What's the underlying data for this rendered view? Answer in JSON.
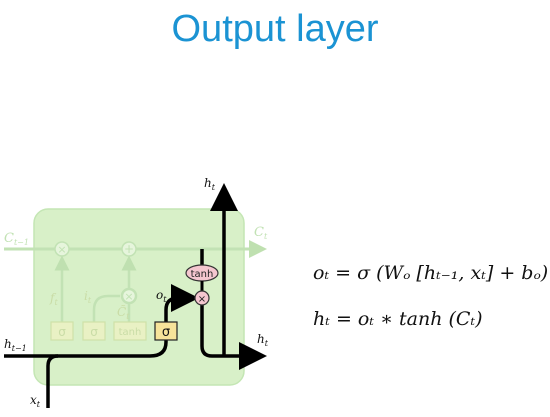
{
  "slide": {
    "title": "Output layer"
  },
  "diagram": {
    "labels": {
      "h_top": "h",
      "h_top_sub": "t",
      "h_right": "h",
      "h_right_sub": "t",
      "h_left": "h",
      "h_left_sub": "t−1",
      "x_bottom": "x",
      "x_bottom_sub": "t",
      "c_left": "C",
      "c_left_sub": "t−1",
      "c_right": "C",
      "c_right_sub": "t",
      "o_label": "o",
      "o_label_sub": "t",
      "f_label": "f",
      "f_label_sub": "t",
      "i_label": "i",
      "i_label_sub": "t",
      "ctilde_label": "C̃",
      "ctilde_label_sub": "t"
    },
    "gates": {
      "sigma1": "σ",
      "sigma2": "σ",
      "tanh_gate": "tanh",
      "sigma_out": "σ",
      "tanh_op": "tanh",
      "mult_op": "×",
      "mult_op1": "×",
      "add_op": "+",
      "mult_op2": "×"
    },
    "colors": {
      "cell_fill": "#d8f0c8",
      "gate_fill": "#f7e39a",
      "op_fill": "#f4c6cf",
      "title": "#1b93d3"
    }
  },
  "equations": {
    "eq1": "oₜ = σ (Wₒ [hₜ₋₁, xₜ] + bₒ)",
    "eq2": "hₜ = oₜ ∗ tanh (Cₜ)"
  }
}
